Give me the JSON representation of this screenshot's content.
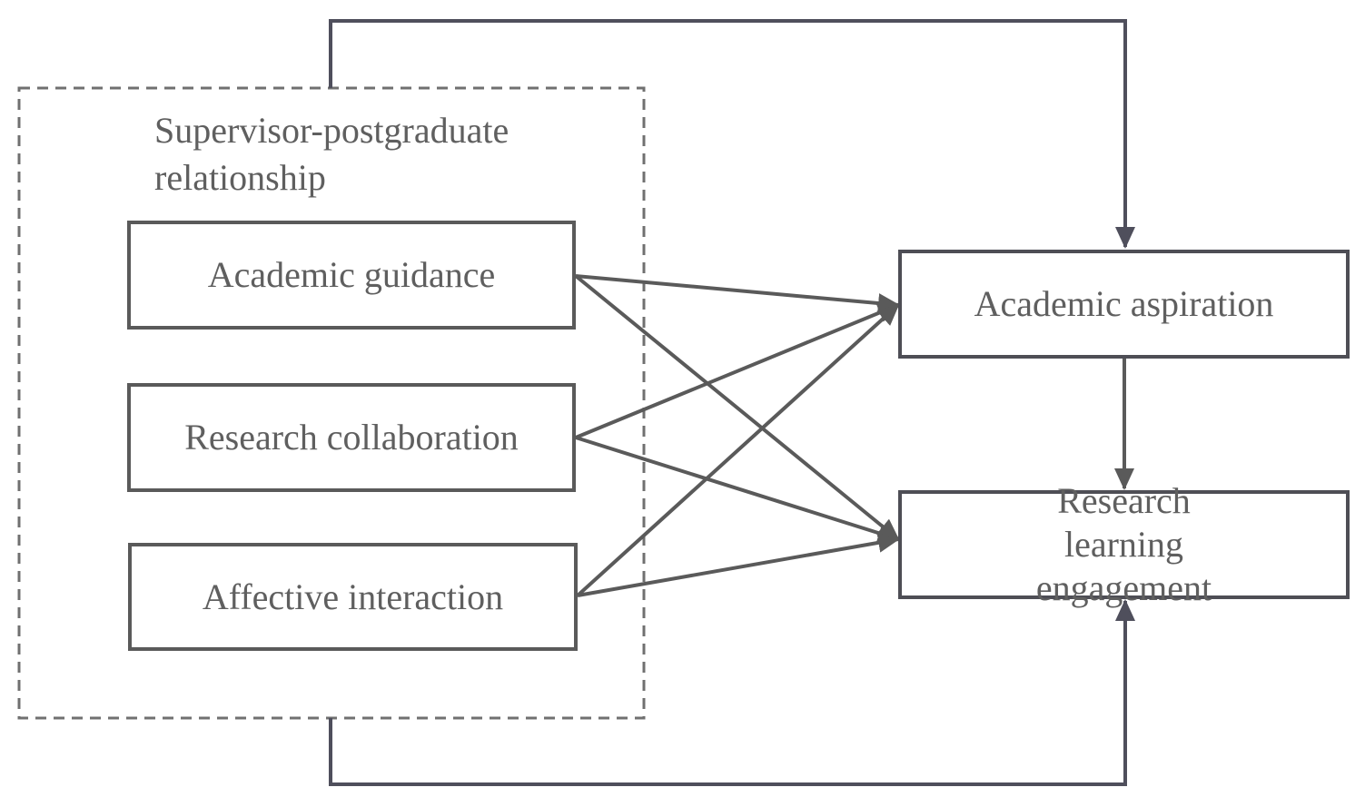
{
  "group": {
    "label": "Supervisor-postgraduate relationship"
  },
  "nodes": {
    "academic_guidance": "Academic guidance",
    "research_collaboration": "Research collaboration",
    "affective_interaction": "Affective interaction",
    "academic_aspiration": "Academic aspiration",
    "research_learning_engagement": "Research learning engagement"
  },
  "edges": [
    {
      "from": "academic_guidance",
      "to": "academic_aspiration"
    },
    {
      "from": "academic_guidance",
      "to": "research_learning_engagement"
    },
    {
      "from": "research_collaboration",
      "to": "academic_aspiration"
    },
    {
      "from": "research_collaboration",
      "to": "research_learning_engagement"
    },
    {
      "from": "affective_interaction",
      "to": "academic_aspiration"
    },
    {
      "from": "affective_interaction",
      "to": "research_learning_engagement"
    },
    {
      "from": "academic_aspiration",
      "to": "research_learning_engagement"
    },
    {
      "from": "supervisor_postgraduate_relationship",
      "to": "academic_aspiration"
    },
    {
      "from": "supervisor_postgraduate_relationship",
      "to": "research_learning_engagement"
    }
  ],
  "colors": {
    "arrow": "#5a5a5a",
    "outer_arrow": "#4f4f5c",
    "group_border": "#707070",
    "text": "#5f5f5f"
  }
}
